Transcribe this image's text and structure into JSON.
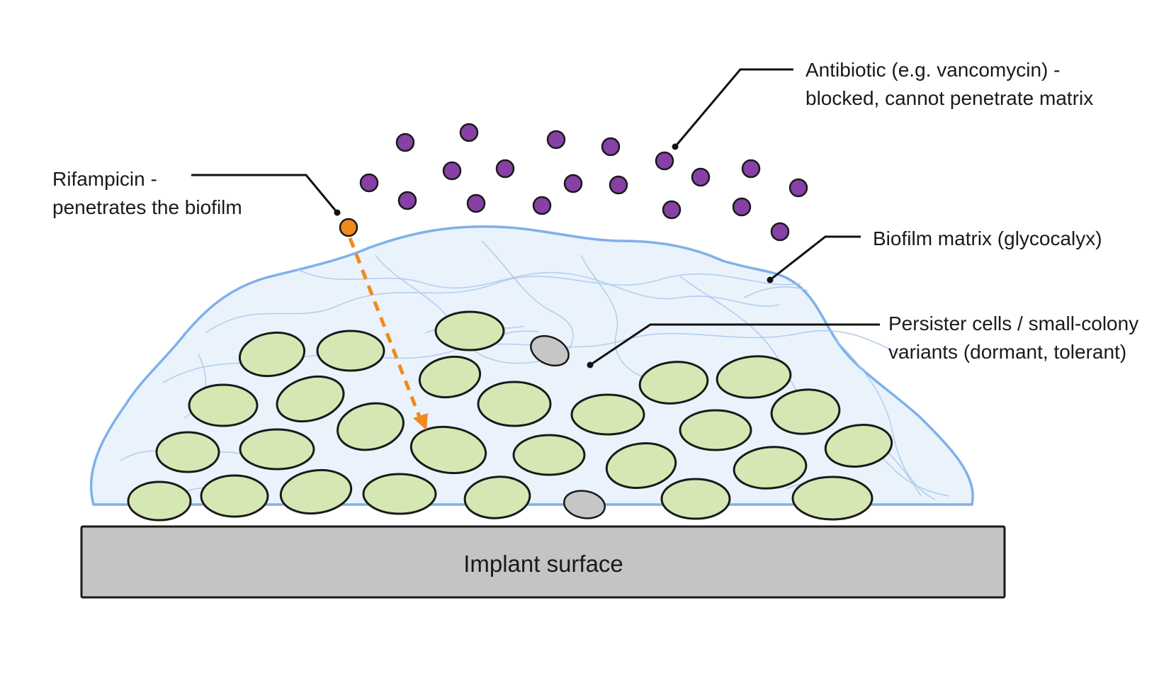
{
  "labels": {
    "antibiotic_line1": "Antibiotic (e.g. vancomycin) -",
    "antibiotic_line2": "blocked, cannot penetrate matrix",
    "rifampicin_line1": "Rifampicin -",
    "rifampicin_line2": "penetrates the biofilm",
    "matrix": "Biofilm matrix (glycocalyx)",
    "persister_line1": "Persister cells / small-colony",
    "persister_line2": "variants (dormant, tolerant)",
    "implant": "Implant surface"
  },
  "colors": {
    "antibiotic": "#8640a6",
    "rifampicin": "#f08a1c",
    "matrix_fill": "#eaf3fc",
    "matrix_outline": "#7fb0ea",
    "bacterium": "#d5e8b4",
    "persister": "#c6c6c6",
    "implant": "#c4c4c4"
  }
}
